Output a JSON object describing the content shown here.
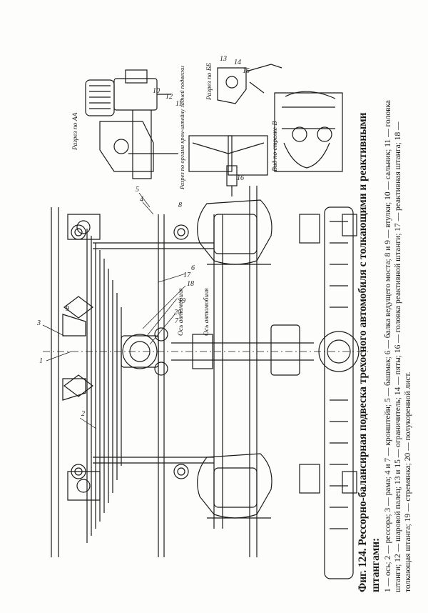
{
  "caption": {
    "figure_label": "Фиг. 124.",
    "title": "Рессорно-балансирная подвеска трехосного автомобиля с толкающими и реактивными штангами:",
    "legend": "1 — ось; 2 — рессора; 3 — рама; 4 и 7 — кронштейн; 5 — башмак; 6 — балка ведущего моста; 8 и 9 — втулки; 10 — сальник; 11 — головка штанги; 12 — шаровой палец; 13 и 15 — ограничитель; 14 — пяты; 16 — головка реактивной штанги; 17 — реактивная штанга; 18 — толкающая штанга; 19 — стремянка; 20 — полукоренной лист."
  },
  "view_labels": {
    "section_aa": "Разрез по АА",
    "section_bb": "Разрез по ББ",
    "bracket_section": "Разрез по оргами крон-штейну задней подвески",
    "view_v": "Вид по стрелке В",
    "axis_label_1": "Ось автомобиля",
    "axis_label_2": "Ось автомобиля"
  },
  "callouts": [
    "1",
    "2",
    "3",
    "4",
    "5",
    "6",
    "7",
    "8",
    "9",
    "10",
    "11",
    "12",
    "13",
    "14",
    "15",
    "16",
    "17",
    "18",
    "19",
    "20"
  ],
  "colors": {
    "ink": "#1a1a1a",
    "paper": "#fdfdfb"
  }
}
